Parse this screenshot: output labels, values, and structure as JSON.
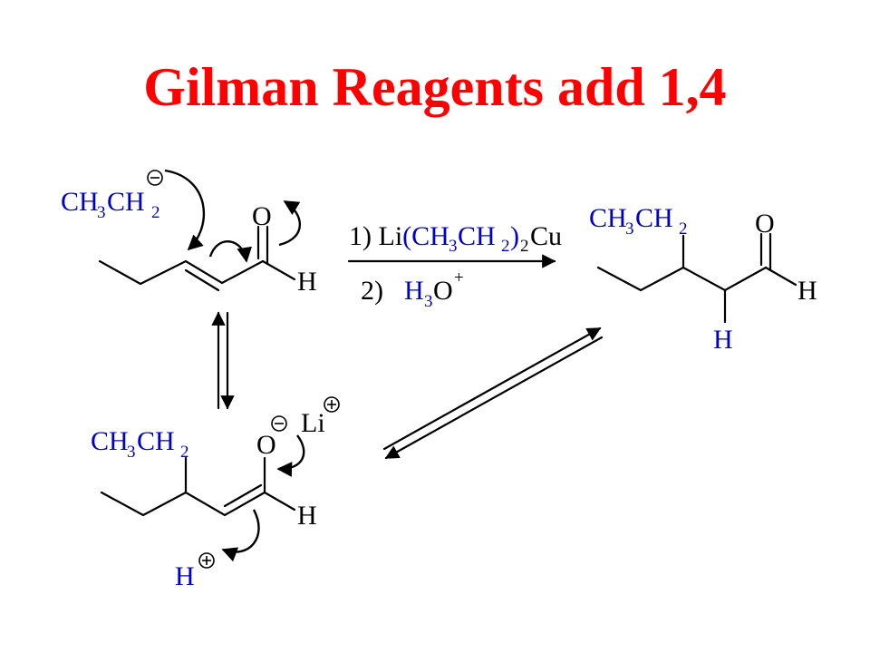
{
  "title": "Gilman Reagents add 1,4",
  "colors": {
    "title": "#ff0000",
    "group": "#0000cc",
    "structure": "#000000"
  },
  "labels": {
    "O": "O",
    "H": "H",
    "CH": "CH",
    "sub3": "3",
    "sub2": "2",
    "Li": "Li",
    "Cu": "Cu",
    "plus": "+",
    "minus": "−",
    "reagent1_prefix": "1) Li",
    "reagent1_paren_open": "(",
    "reagent1_paren_close": ")",
    "reagent2_prefix": "2) ",
    "reagent2_H": "H",
    "reagent2_O": "O"
  }
}
